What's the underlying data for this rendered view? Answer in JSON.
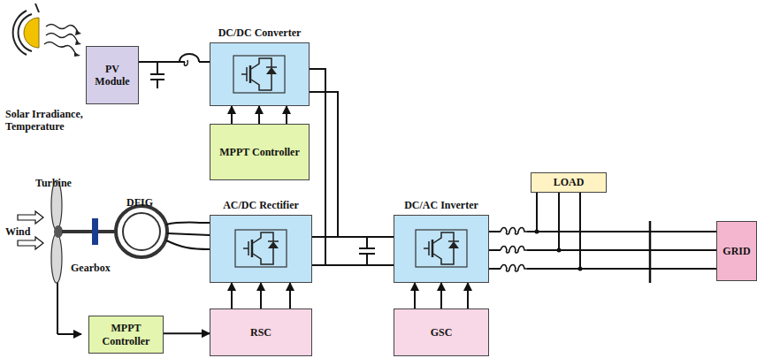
{
  "diagram": {
    "nodes": [
      {
        "text": [
          "PV Module"
        ]
      },
      {
        "text": [
          "DC/DC Converter"
        ]
      },
      {
        "text": [
          "MPPT Controller"
        ]
      },
      {
        "text": [
          "AC/DC Rectifier"
        ]
      },
      {
        "text": [
          "DC/AC Inverter"
        ]
      },
      {
        "text": [
          "LOAD"
        ]
      },
      {
        "text": [
          "GRID"
        ]
      },
      {
        "text": [
          "MPPT Controller"
        ]
      },
      {
        "text": [
          "RSC"
        ]
      },
      {
        "text": [
          "GSC"
        ]
      }
    ],
    "edges": [
      {
        "from": 0,
        "to": 1,
        "arrow": "none"
      },
      {
        "from": 2,
        "to": 1,
        "arrow": "to"
      },
      {
        "from": 1,
        "to": 4,
        "arrow": "none"
      },
      {
        "from": 3,
        "to": 4,
        "arrow": "none"
      },
      {
        "from": 4,
        "to": 5,
        "arrow": "none"
      },
      {
        "from": 4,
        "to": 6,
        "arrow": "none"
      },
      {
        "from": 8,
        "to": 3,
        "arrow": "to"
      },
      {
        "from": 9,
        "to": 4,
        "arrow": "to"
      },
      {
        "from": 7,
        "to": 8,
        "arrow": "to"
      }
    ],
    "labels": [
      "Solar Irradiance, Temperature",
      "Turbine",
      "Wind",
      "Gearbox",
      "DFIG"
    ]
  }
}
